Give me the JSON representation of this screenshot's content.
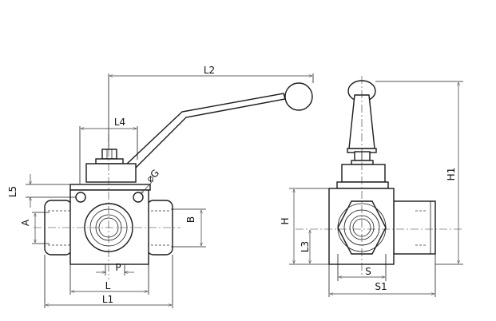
{
  "labels": {
    "L2": "L2",
    "L4": "L4",
    "L5": "L5",
    "A": "A",
    "B": "B",
    "G": "⌀G",
    "P": "P",
    "L": "L",
    "L1": "L1",
    "H": "H",
    "L3": "L3",
    "H1": "H1",
    "S": "S",
    "S1": "S1"
  }
}
